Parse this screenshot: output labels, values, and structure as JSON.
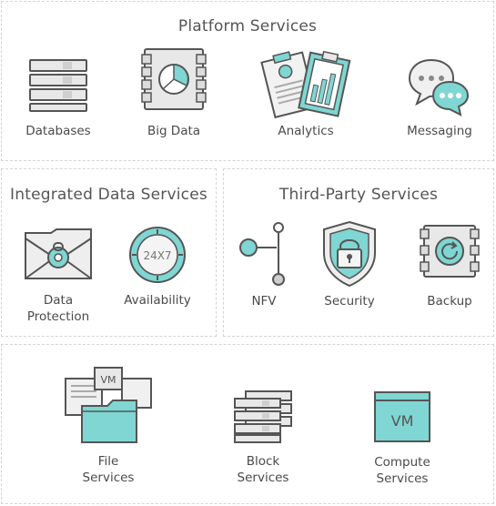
{
  "platform": {
    "title": "Platform Services",
    "items": [
      {
        "label": "Databases",
        "icon": "database-icon"
      },
      {
        "label": "Big Data",
        "icon": "big-data-icon"
      },
      {
        "label": "Analytics",
        "icon": "analytics-icon"
      },
      {
        "label": "Messaging",
        "icon": "messaging-icon"
      }
    ]
  },
  "integrated": {
    "title": "Integrated Data Services",
    "items": [
      {
        "label": [
          "Data",
          "Protection"
        ],
        "icon": "data-protection-icon"
      },
      {
        "label": "Availability",
        "icon": "availability-icon",
        "badge": "24X7"
      }
    ]
  },
  "thirdparty": {
    "title": "Third-Party Services",
    "items": [
      {
        "label": "NFV",
        "icon": "nfv-icon"
      },
      {
        "label": "Security",
        "icon": "security-lock-icon"
      },
      {
        "label": "Backup",
        "icon": "backup-icon"
      }
    ]
  },
  "infra": {
    "items": [
      {
        "label": [
          "File",
          "Services"
        ],
        "icon": "file-services-icon",
        "badge": "VM"
      },
      {
        "label": [
          "Block",
          "Services"
        ],
        "icon": "block-services-icon"
      },
      {
        "label": [
          "Compute",
          "Services"
        ],
        "icon": "compute-services-icon",
        "badge": "VM"
      }
    ]
  },
  "colors": {
    "accent": "#7fd6d3",
    "stroke": "#555555",
    "panel_border": "#d4d4d4"
  }
}
